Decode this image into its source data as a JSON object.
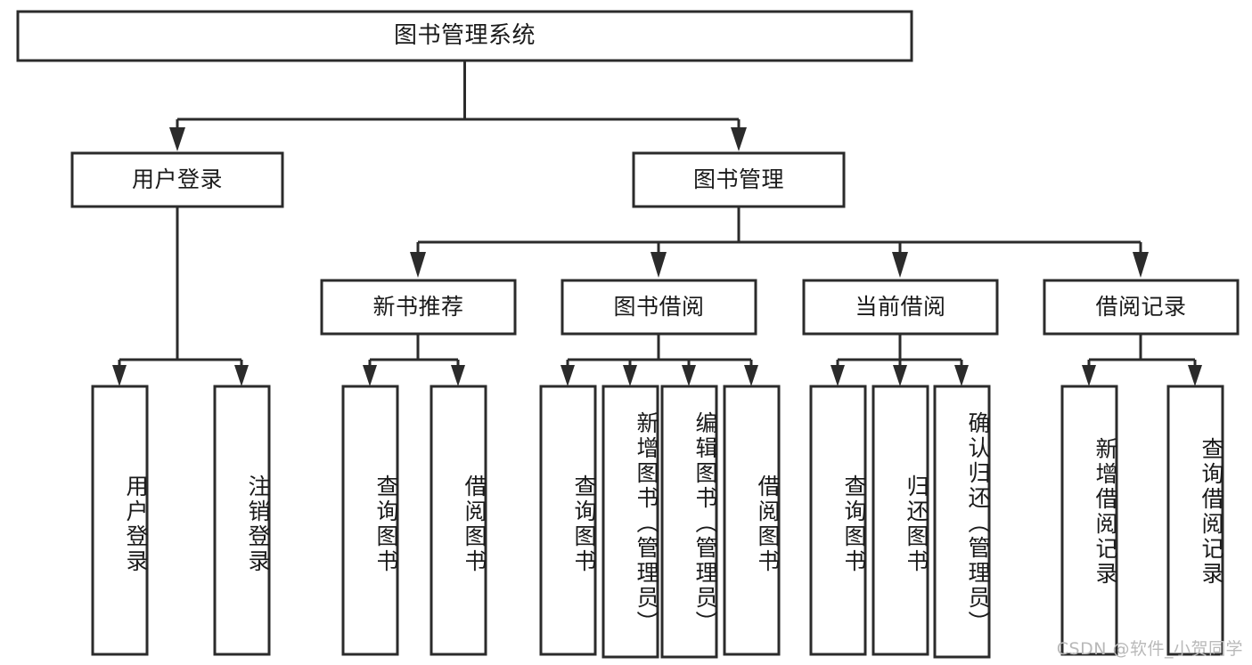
{
  "diagram": {
    "kind": "hierarchy-tree",
    "root": {
      "id": "root",
      "label": "图书管理系统",
      "orientation": "horizontal"
    },
    "level2": [
      {
        "id": "user-login",
        "label": "用户登录",
        "orientation": "horizontal"
      },
      {
        "id": "book-management",
        "label": "图书管理",
        "orientation": "horizontal"
      }
    ],
    "level3": [
      {
        "id": "new-book-recommend",
        "label": "新书推荐",
        "orientation": "horizontal",
        "parent": "book-management"
      },
      {
        "id": "book-borrow",
        "label": "图书借阅",
        "orientation": "horizontal",
        "parent": "book-management"
      },
      {
        "id": "current-borrow",
        "label": "当前借阅",
        "orientation": "horizontal",
        "parent": "book-management"
      },
      {
        "id": "borrow-record",
        "label": "借阅记录",
        "orientation": "horizontal",
        "parent": "book-management"
      }
    ],
    "leaves": [
      {
        "id": "leaf-user-login",
        "label": "用户登录",
        "orientation": "vertical",
        "parent": "user-login"
      },
      {
        "id": "leaf-user-logout",
        "label": "注销登录",
        "orientation": "vertical",
        "parent": "user-login"
      },
      {
        "id": "leaf-query-book-1",
        "label": "查询图书",
        "orientation": "vertical",
        "parent": "new-book-recommend"
      },
      {
        "id": "leaf-borrow-book-1",
        "label": "借阅图书",
        "orientation": "vertical",
        "parent": "new-book-recommend"
      },
      {
        "id": "leaf-query-book-2",
        "label": "查询图书",
        "orientation": "vertical",
        "parent": "book-borrow"
      },
      {
        "id": "leaf-add-book",
        "label": "新增图书（管理员）",
        "orientation": "vertical",
        "parent": "book-borrow"
      },
      {
        "id": "leaf-edit-book",
        "label": "编辑图书（管理员）",
        "orientation": "vertical",
        "parent": "book-borrow"
      },
      {
        "id": "leaf-borrow-book-2",
        "label": "借阅图书",
        "orientation": "vertical",
        "parent": "book-borrow"
      },
      {
        "id": "leaf-query-book-3",
        "label": "查询图书",
        "orientation": "vertical",
        "parent": "current-borrow"
      },
      {
        "id": "leaf-return-book",
        "label": "归还图书",
        "orientation": "vertical",
        "parent": "current-borrow"
      },
      {
        "id": "leaf-confirm-return",
        "label": "确认归还（管理员）",
        "orientation": "vertical",
        "parent": "current-borrow"
      },
      {
        "id": "leaf-add-record",
        "label": "新增借阅记录",
        "orientation": "vertical",
        "parent": "borrow-record"
      },
      {
        "id": "leaf-query-record",
        "label": "查询借阅记录",
        "orientation": "vertical",
        "parent": "borrow-record"
      }
    ],
    "colors": {
      "stroke": "#2b2b2b",
      "box_fill": "#ffffff",
      "text": "#1a1a1a",
      "background": "#ffffff",
      "watermark": "#b9b9b9"
    }
  },
  "watermark": {
    "text": "CSDN @软件_小贺同学"
  }
}
